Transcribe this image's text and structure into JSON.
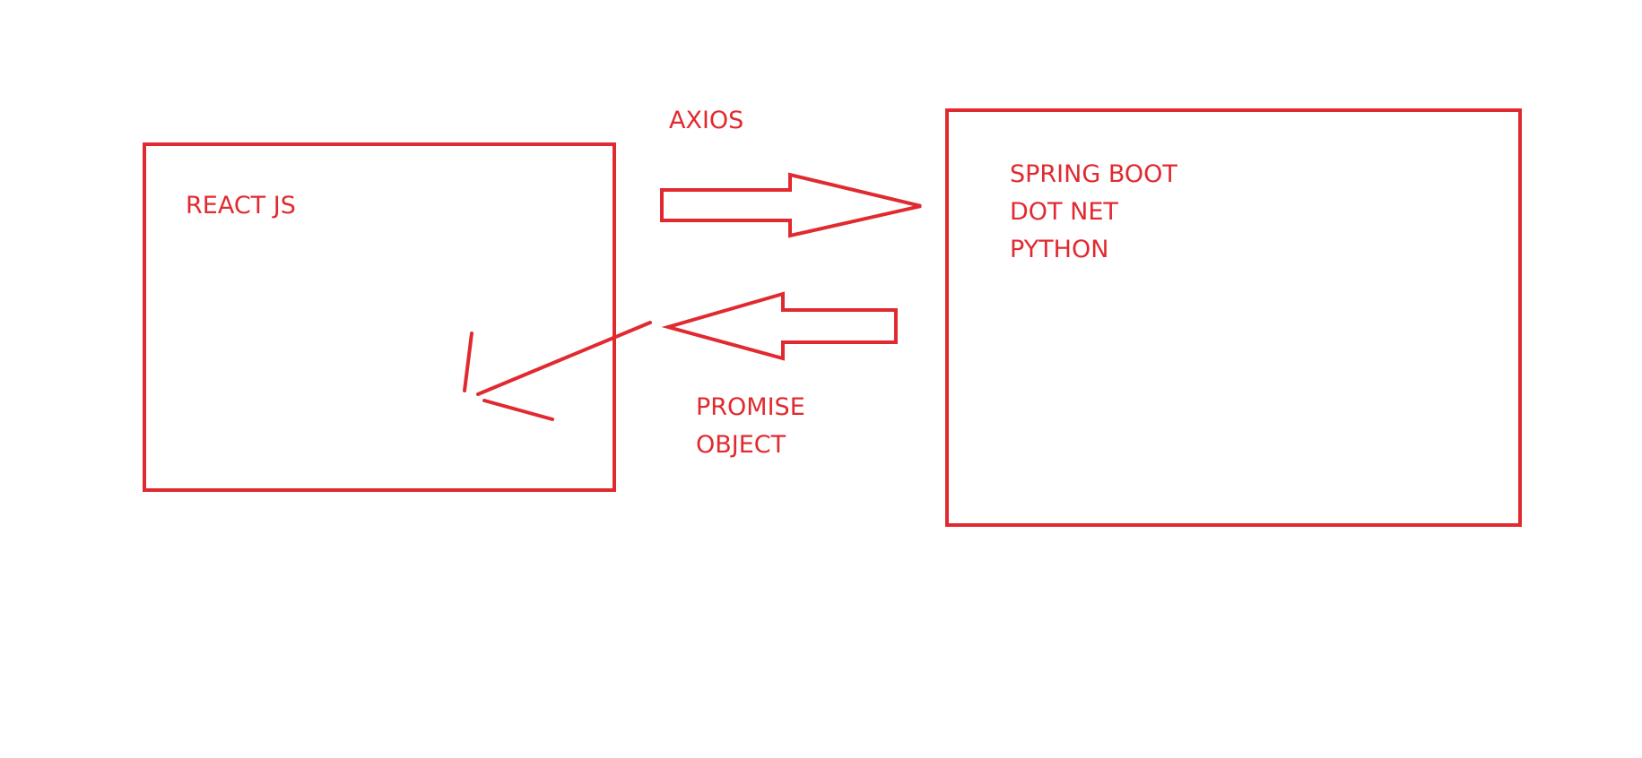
{
  "diagram": {
    "stroke_color": "#e02a30",
    "client_box": {
      "label": "REACT  JS"
    },
    "request_arrow": {
      "label": "AXIOS",
      "direction": "client-to-server"
    },
    "response_arrow": {
      "labels": [
        "PROMISE",
        "OBJECT"
      ],
      "direction": "server-to-client"
    },
    "server_box": {
      "labels": [
        "SPRING BOOT",
        "DOT NET",
        "PYTHON"
      ]
    }
  }
}
